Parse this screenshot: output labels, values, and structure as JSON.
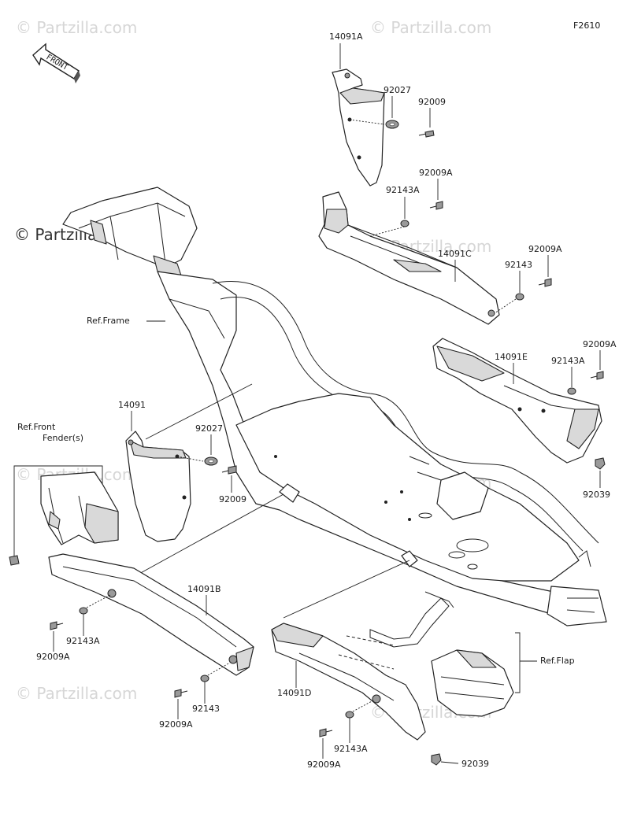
{
  "figure_code": "F2610",
  "front_label": "FRONT",
  "watermark_text": "© Partzilla.com",
  "callouts": {
    "p14091A": "14091A",
    "p92027_top": "92027",
    "p92009_top": "92009",
    "p92009A_1": "92009A",
    "p92143A_1": "92143A",
    "p14091C": "14091C",
    "p92009A_2": "92009A",
    "p92143_1": "92143",
    "p14091E": "14091E",
    "p92009A_3": "92009A",
    "p92143A_2": "92143A",
    "p92039_1": "92039",
    "p14091": "14091",
    "p92027_mid": "92027",
    "p92009_mid": "92009",
    "p14091B": "14091B",
    "p92143A_3": "92143A",
    "p92009A_4": "92009A",
    "p92143_2": "92143",
    "p92009A_5": "92009A",
    "p14091D": "14091D",
    "p92143A_4": "92143A",
    "p92009A_6": "92009A",
    "p92039_2": "92039"
  },
  "references": {
    "frame": "Ref.Frame",
    "front_fender_1": "Ref.Front",
    "front_fender_2": "Fender(s)",
    "flap": "Ref.Flap"
  }
}
